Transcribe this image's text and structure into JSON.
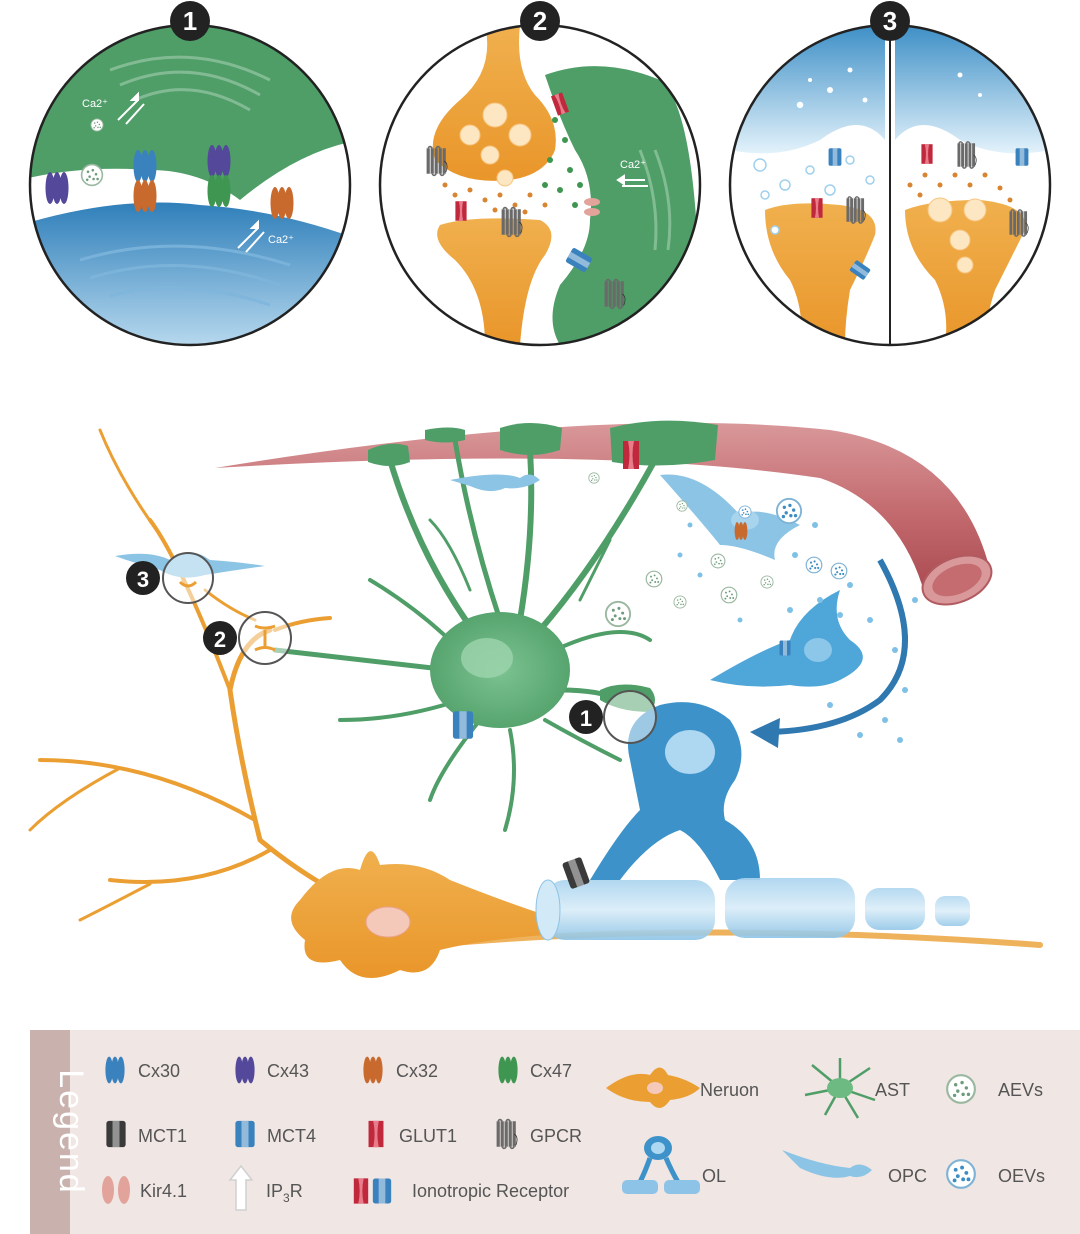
{
  "panels": {
    "p1": {
      "number": "1",
      "ca_top": "Ca2⁺",
      "ca_bottom": "Ca2⁺"
    },
    "p2": {
      "number": "2",
      "ca": "Ca2⁺"
    },
    "p3": {
      "number": "3"
    }
  },
  "scene_markers": {
    "m1": "1",
    "m2": "2",
    "m3": "3"
  },
  "legend": {
    "title": "Legend",
    "items": {
      "cx30": "Cx30",
      "cx43": "Cx43",
      "cx32": "Cx32",
      "cx47": "Cx47",
      "mct1": "MCT1",
      "mct4": "MCT4",
      "glut1": "GLUT1",
      "gpcr": "GPCR",
      "kir": "Kir4.1",
      "ip3r": "IP",
      "ip3r_sub": "3",
      "ip3r_suffix": "R",
      "iono": "Ionotropic Receptor",
      "neuron": "Neruon",
      "ast": "AST",
      "aevs": "AEVs",
      "ol": "OL",
      "opc": "OPC",
      "oevs": "OEVs"
    }
  },
  "colors": {
    "astrocyte": "#4f9e68",
    "neuron": "#eb9f33",
    "oligo": "#3d93c9",
    "vessel": "#c46c70",
    "cx30": "#3a82be",
    "cx43": "#54489a",
    "cx32": "#c86a2e",
    "cx47": "#3e9650",
    "glut1": "#c0283c",
    "legend_bg": "#f0e6e4",
    "legend_title_bg": "#c9b2ae"
  }
}
